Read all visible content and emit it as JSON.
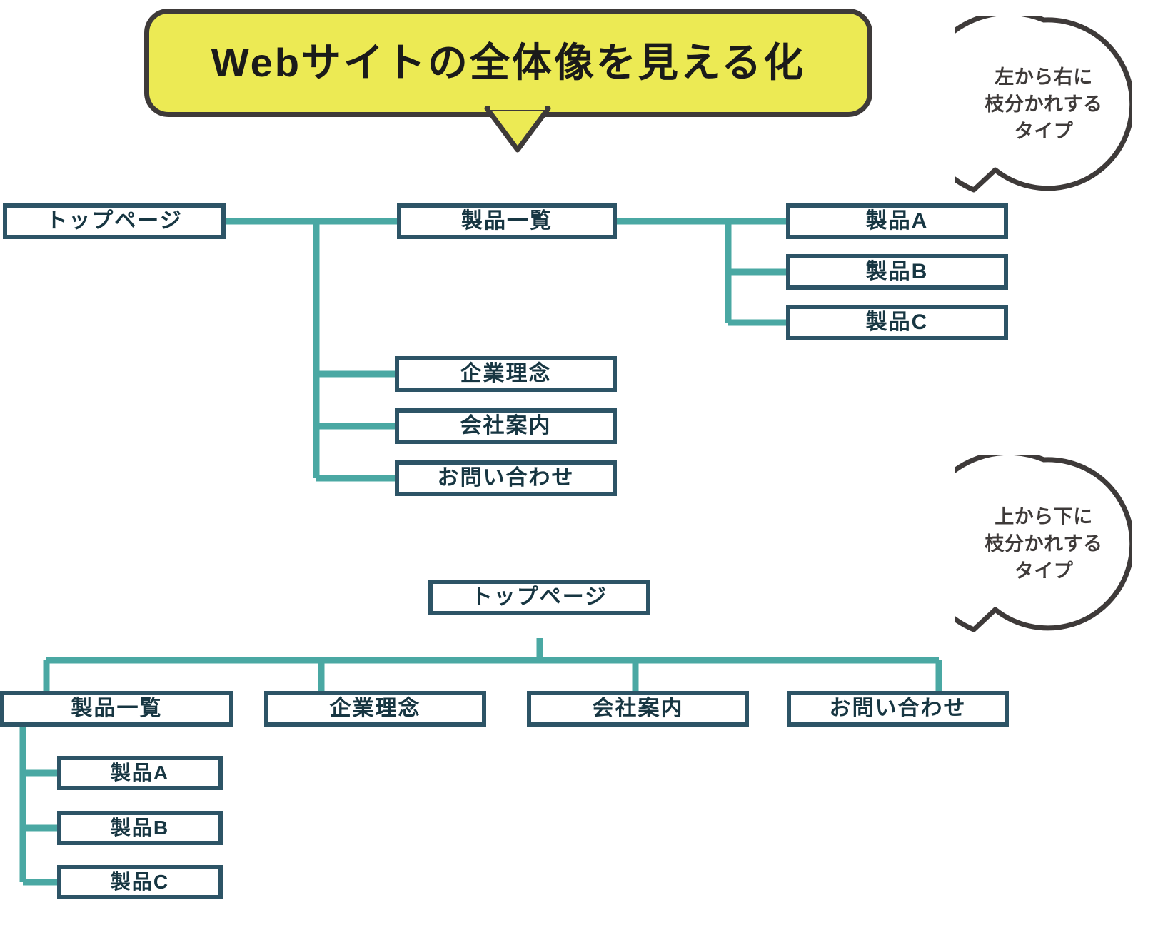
{
  "title_banner": {
    "text": "Webサイトの全体像を見える化",
    "fill_color": "#ecea54",
    "border_color": "#3e3a39"
  },
  "callouts": [
    {
      "name": "left-to-right-callout",
      "lines": [
        "左から右に",
        "枝分かれする",
        "タイプ"
      ],
      "line1": "左から右に",
      "line2": "枝分かれする",
      "line3": "タイプ"
    },
    {
      "name": "top-to-bottom-callout",
      "lines": [
        "上から下に",
        "枝分かれする",
        "タイプ"
      ],
      "line1": "上から下に",
      "line2": "枝分かれする",
      "line3": "タイプ"
    }
  ],
  "palette": {
    "box_border": "#2d5466",
    "box_fill": "#ffffff",
    "connector": "#4aa8a3",
    "text": "#173642",
    "accent_yellow": "#ecea54",
    "outline_gray": "#3e3a39"
  },
  "diagram_horizontal": {
    "root": "トップページ",
    "children": [
      {
        "label": "製品一覧",
        "children": [
          "製品A",
          "製品B",
          "製品C"
        ]
      },
      {
        "label": "企業理念",
        "children": []
      },
      {
        "label": "会社案内",
        "children": []
      },
      {
        "label": "お問い合わせ",
        "children": []
      }
    ],
    "nodes": {
      "top": "トップページ",
      "products": "製品一覧",
      "product_a": "製品A",
      "product_b": "製品B",
      "product_c": "製品C",
      "philosophy": "企業理念",
      "company": "会社案内",
      "contact": "お問い合わせ"
    }
  },
  "diagram_vertical": {
    "root": "トップページ",
    "children": [
      {
        "label": "製品一覧",
        "children": [
          "製品A",
          "製品B",
          "製品C"
        ]
      },
      {
        "label": "企業理念",
        "children": []
      },
      {
        "label": "会社案内",
        "children": []
      },
      {
        "label": "お問い合わせ",
        "children": []
      }
    ],
    "nodes": {
      "top": "トップページ",
      "products": "製品一覧",
      "product_a": "製品A",
      "product_b": "製品B",
      "product_c": "製品C",
      "philosophy": "企業理念",
      "company": "会社案内",
      "contact": "お問い合わせ"
    }
  }
}
